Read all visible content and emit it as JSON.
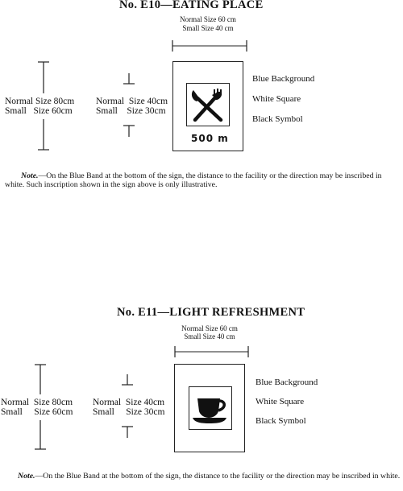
{
  "e10": {
    "title": "No. E10—EATING PLACE",
    "width_normal": "Normal Size 60 cm",
    "width_small": "Small Size 40 cm",
    "height_outer": "Normal Size 80cm\nSmall   Size 60cm",
    "height_inner": "Normal  Size 40cm\nSmall    Size 30cm",
    "label_background": "Blue Background",
    "label_square": "White Square",
    "label_symbol": "Black Symbol",
    "distance": "500 m",
    "note_prefix": "Note.",
    "note_text": "—On the Blue Band at the bottom of the sign, the distance to the facility or  the  direction may be inscribed in white.  Such inscription shown in the sign above is only illustrative.",
    "symbol_icon": "fork-and-knife-icon"
  },
  "e11": {
    "title": "No. E11—LIGHT REFRESHMENT",
    "width_normal": "Normal Size 60 cm",
    "width_small": "Small Size 40 cm",
    "height_outer": "Normal  Size 80cm\nSmall     Size 60cm",
    "height_inner": "Normal  Size 40cm\nSmall     Size 30cm",
    "label_background": "Blue Background",
    "label_square": "White Square",
    "label_symbol": "Black Symbol",
    "note_prefix": "Note.",
    "note_text": "—On the Blue Band at the bottom of the sign, the distance to the facility or   the  direction may be inscribed in white.",
    "symbol_icon": "cup-and-saucer-icon"
  }
}
